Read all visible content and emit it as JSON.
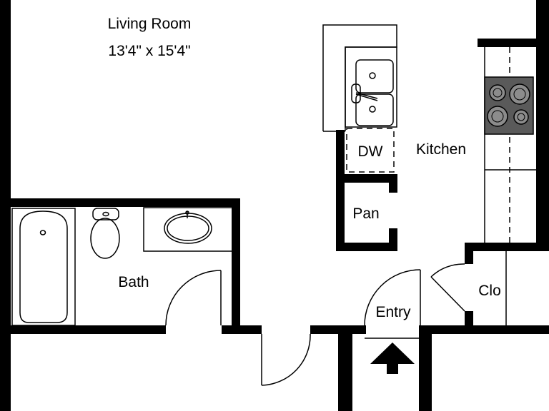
{
  "rooms": {
    "living_room": {
      "name": "Living Room",
      "dimensions": "13'4\" x 15'4\""
    },
    "kitchen": {
      "name": "Kitchen"
    },
    "dishwasher": {
      "name": "DW"
    },
    "pantry": {
      "name": "Pan"
    },
    "bath": {
      "name": "Bath"
    },
    "entry": {
      "name": "Entry"
    },
    "closet": {
      "name": "Clo"
    }
  },
  "colors": {
    "wall": "#000000",
    "line": "#000000",
    "background": "#ffffff",
    "range_top": "#5a5a5a",
    "burner": "#8c8c8c"
  },
  "icons": [
    "entry-arrow-icon",
    "stove-icon",
    "sink-icon",
    "toilet-icon",
    "bathtub-icon",
    "vanity-sink-icon"
  ]
}
